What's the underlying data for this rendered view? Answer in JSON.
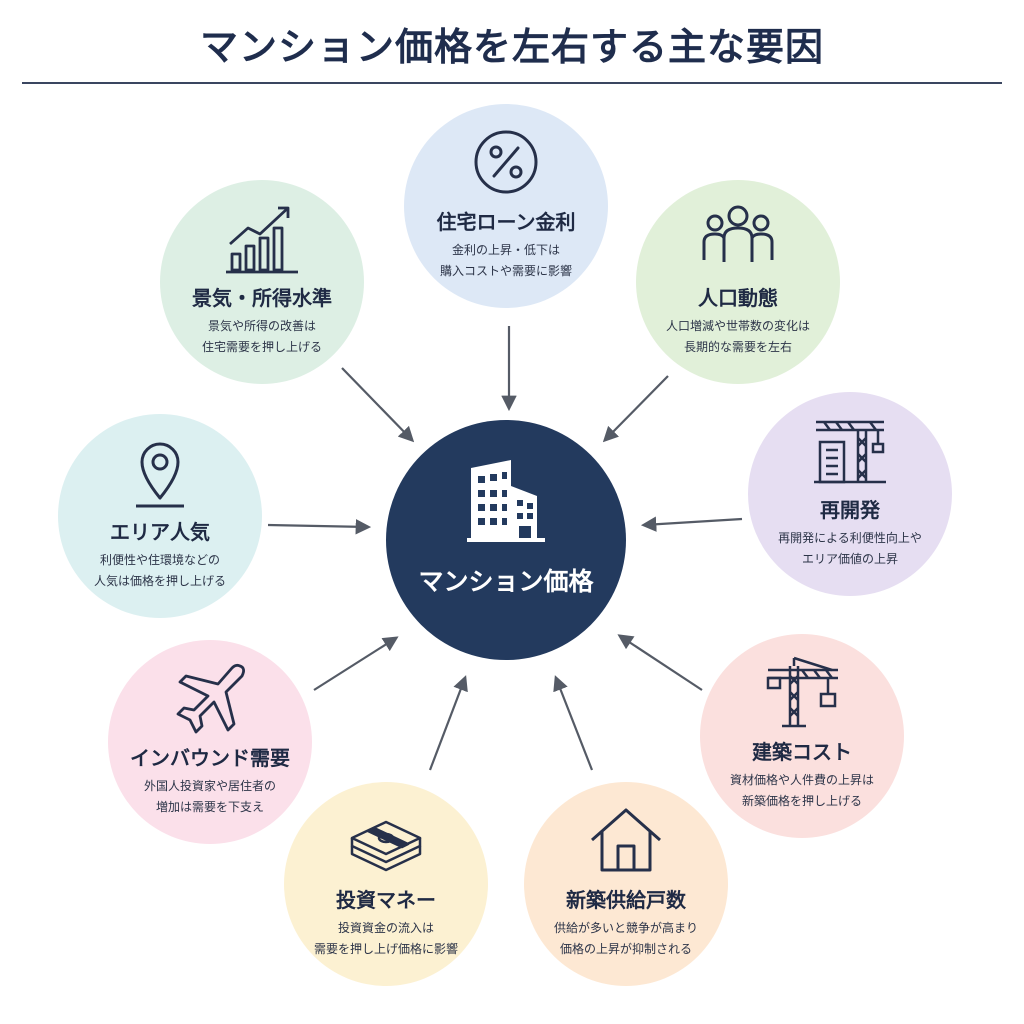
{
  "title": "マンション価格を左右する主な要因",
  "center": {
    "label": "マンション価格",
    "icon": "building-icon",
    "color": "#233a5e"
  },
  "factors": [
    {
      "id": "interest",
      "title": "住宅ローン金利",
      "desc": [
        "金利の上昇・低下は",
        "購入コストや需要に影響"
      ],
      "icon": "percent-icon",
      "color": "#dde8f6"
    },
    {
      "id": "population",
      "title": "人口動態",
      "desc": [
        "人口増減や世帯数の変化は",
        "長期的な需要を左右"
      ],
      "icon": "people-group-icon",
      "color": "#e1f0d9"
    },
    {
      "id": "redevelopment",
      "title": "再開発",
      "desc": [
        "再開発による利便性向上や",
        "エリア価値の上昇"
      ],
      "icon": "construction-crane-building-icon",
      "color": "#e6def2"
    },
    {
      "id": "construction-cost",
      "title": "建築コスト",
      "desc": [
        "資材価格や人件費の上昇は",
        "新築価格を押し上げる"
      ],
      "icon": "tower-crane-icon",
      "color": "#fbe0de"
    },
    {
      "id": "new-supply",
      "title": "新築供給戸数",
      "desc": [
        "供給が多いと競争が高まり",
        "価格の上昇が抑制される"
      ],
      "icon": "house-icon",
      "color": "#fde8d3"
    },
    {
      "id": "investment",
      "title": "投資マネー",
      "desc": [
        "投資資金の流入は",
        "需要を押し上げ価格に影響"
      ],
      "icon": "money-stack-icon",
      "color": "#fcf1d2"
    },
    {
      "id": "inbound",
      "title": "インバウンド需要",
      "desc": [
        "外国人投資家や居住者の",
        "増加は需要を下支え"
      ],
      "icon": "airplane-icon",
      "color": "#fbe0ea"
    },
    {
      "id": "area",
      "title": "エリア人気",
      "desc": [
        "利便性や住環境などの",
        "人気は価格を押し上げる"
      ],
      "icon": "map-pin-icon",
      "color": "#dcf0f1"
    },
    {
      "id": "economy",
      "title": "景気・所得水準",
      "desc": [
        "景気や所得の改善は",
        "住宅需要を押し上げる"
      ],
      "icon": "growth-chart-icon",
      "color": "#ddefe4"
    }
  ]
}
